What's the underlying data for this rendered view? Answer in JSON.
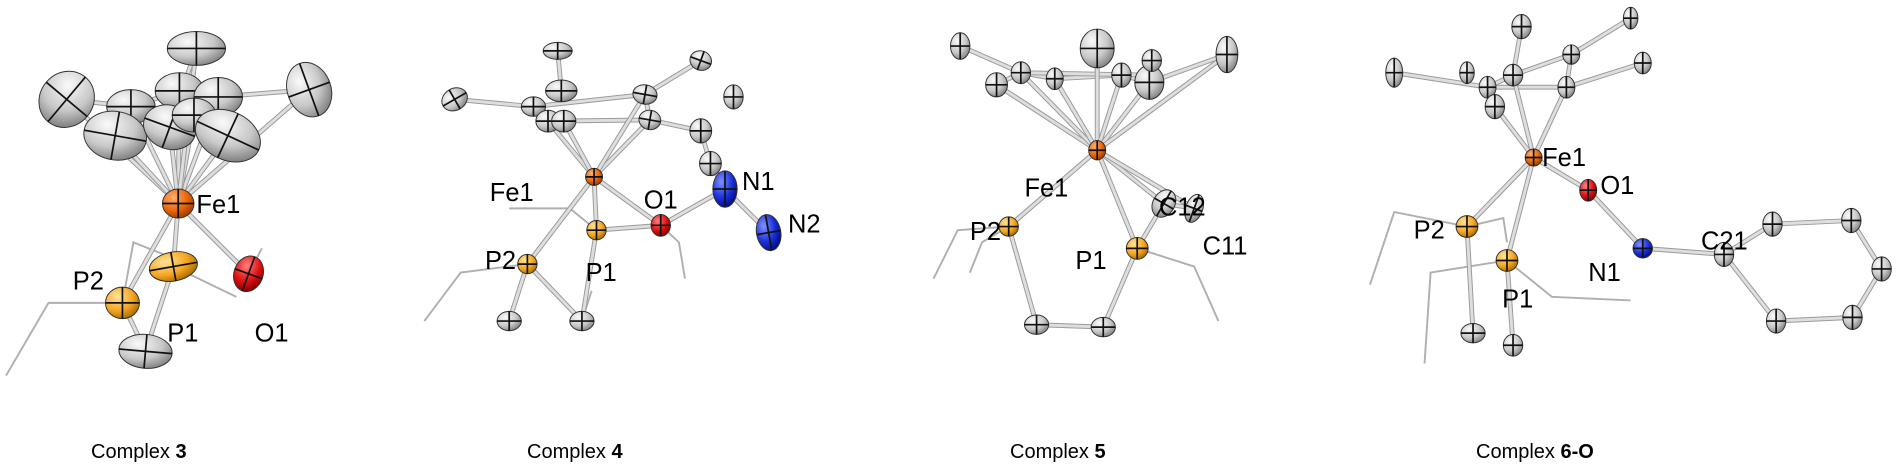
{
  "figure": {
    "panels": [
      {
        "caption_prefix": "Complex ",
        "caption_id": "3",
        "labels": {
          "fe1": "Fe1",
          "p1": "P1",
          "p2": "P2",
          "o1": "O1"
        }
      },
      {
        "caption_prefix": "Complex ",
        "caption_id": "4",
        "labels": {
          "fe1": "Fe1",
          "p1": "P1",
          "p2": "P2",
          "o1": "O1",
          "n1": "N1",
          "n2": "N2"
        }
      },
      {
        "caption_prefix": "Complex ",
        "caption_id": "5",
        "labels": {
          "fe1": "Fe1",
          "p1": "P1",
          "p2": "P2",
          "c11": "C11",
          "c12": "C12"
        }
      },
      {
        "caption_prefix": "Complex ",
        "caption_id": "6-O",
        "labels": {
          "fe1": "Fe1",
          "p1": "P1",
          "p2": "P2",
          "o1": "O1",
          "n1": "N1",
          "c21": "C21"
        }
      }
    ],
    "colors": {
      "carbon": "#c8c8c8",
      "iron": "#e8650a",
      "phosphorus": "#f5a623",
      "oxygen": "#dd1010",
      "nitrogen": "#1a2fd8",
      "bond": "#c4c4c4",
      "wire": "#b0b0b0"
    }
  }
}
